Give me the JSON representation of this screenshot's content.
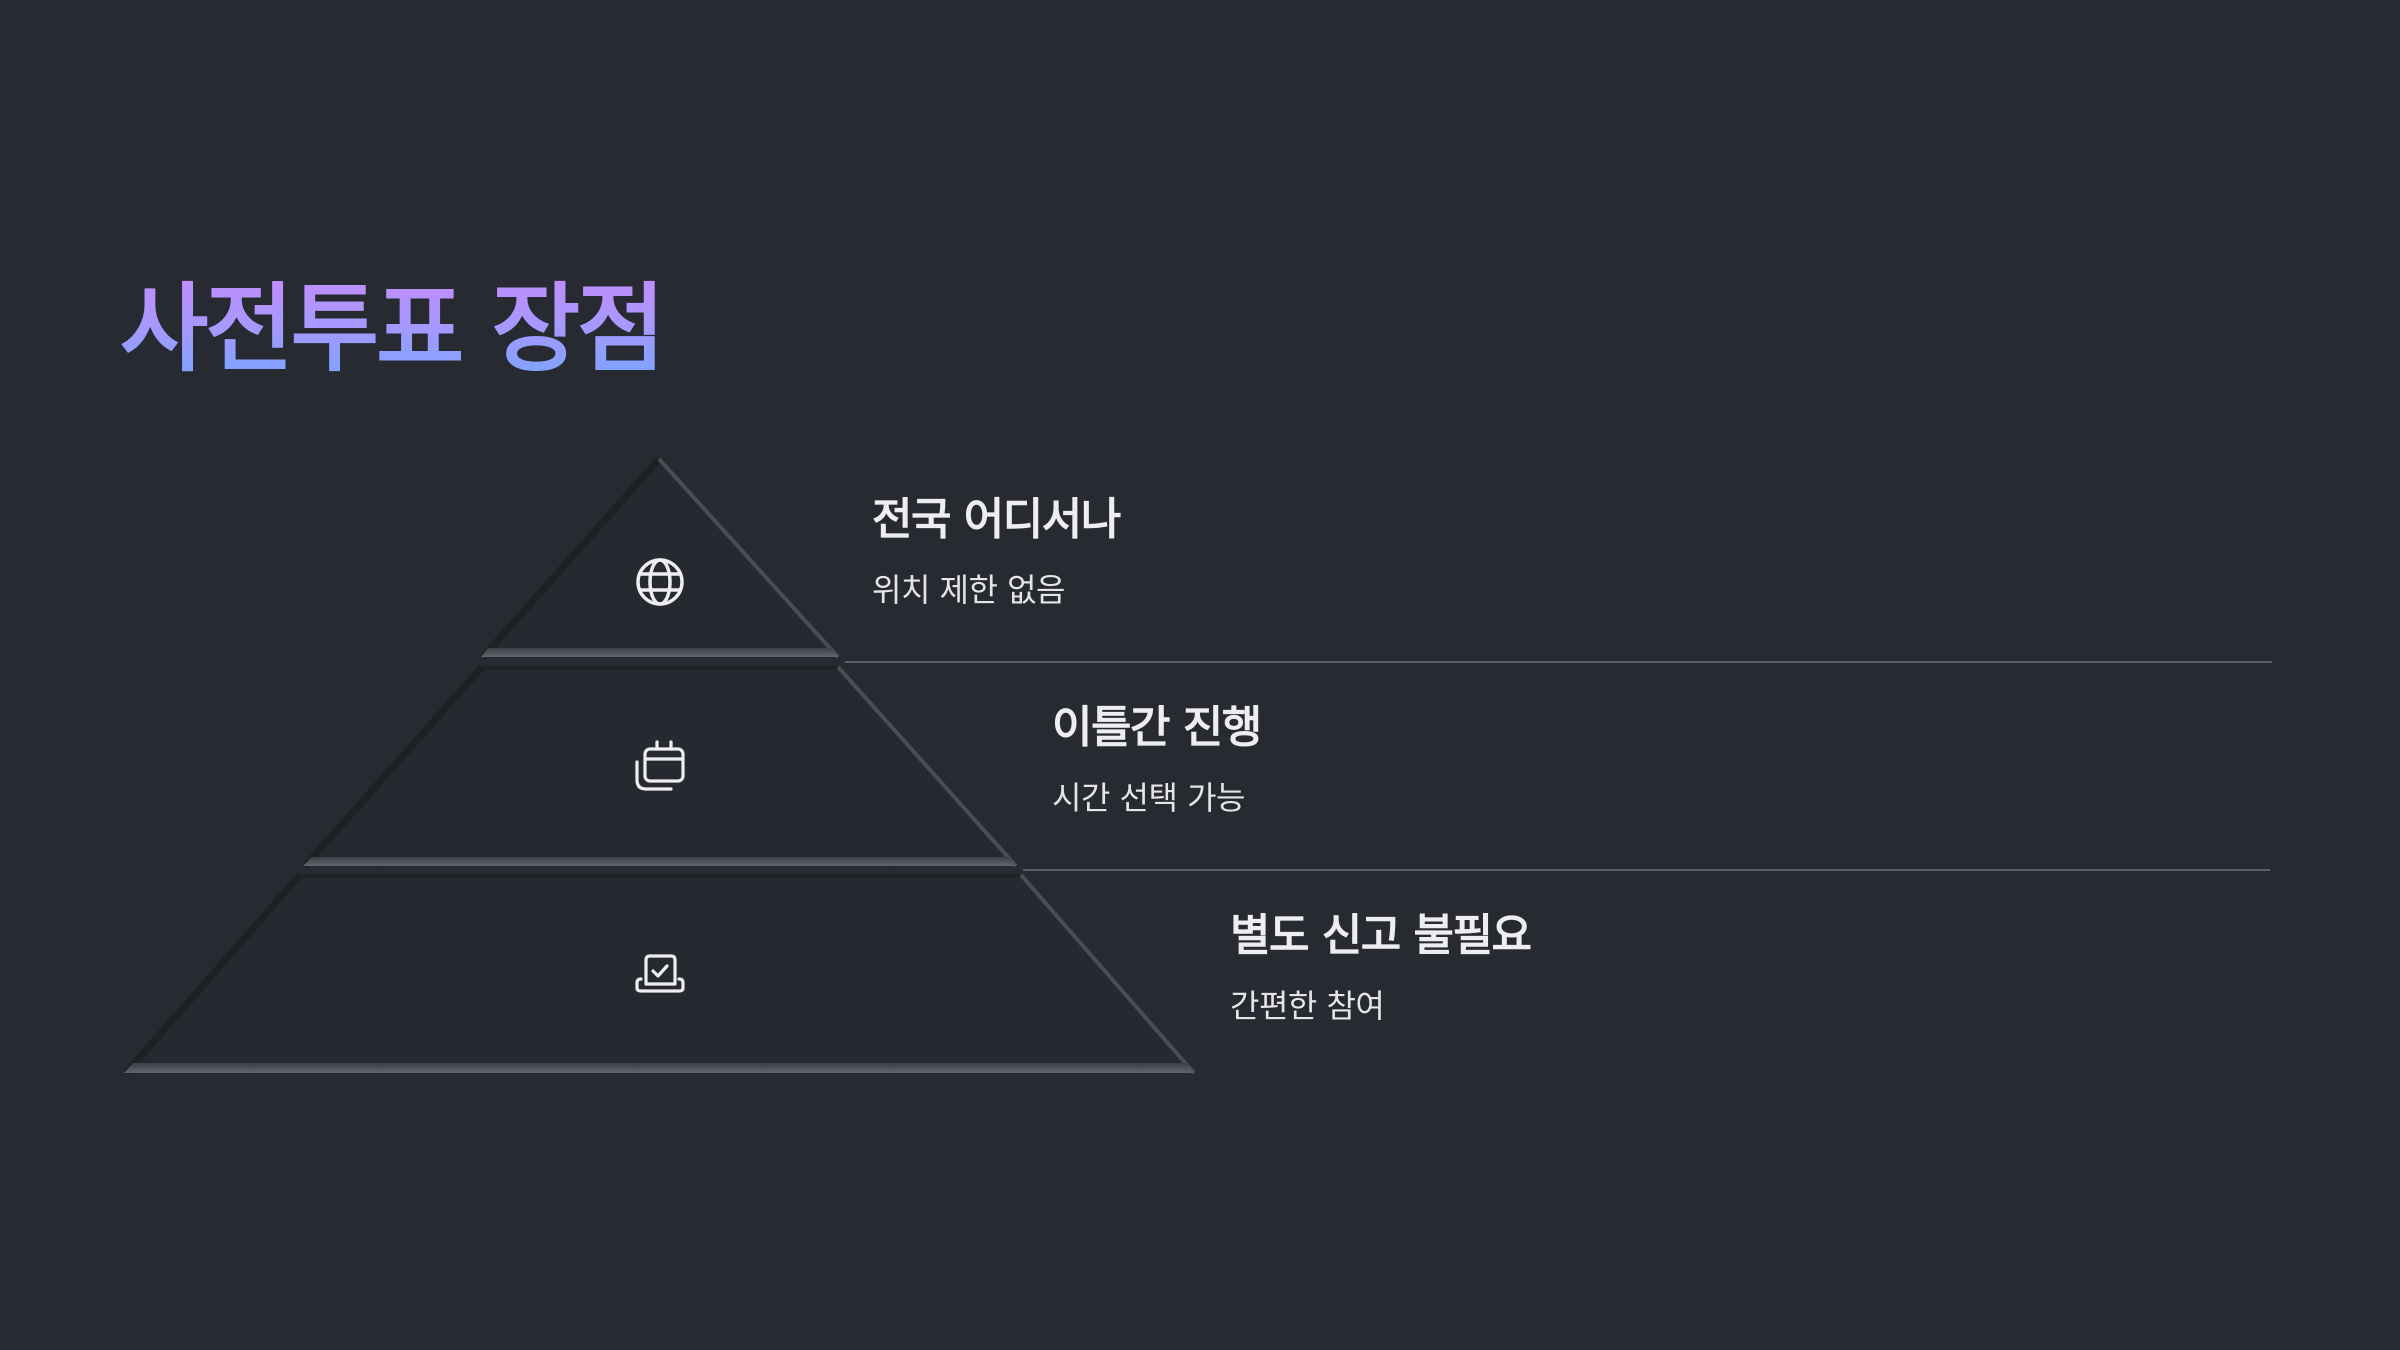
{
  "slide": {
    "title": "사전투표 장점",
    "colors": {
      "background": "#272a31",
      "title_gradient_top": "#c48cff",
      "title_gradient_bottom": "#74a6ff",
      "tier_fill": "#262930",
      "divider": "#5d6068",
      "text": "#eeeef2"
    }
  },
  "pyramid": {
    "tiers": [
      {
        "level": 1,
        "icon": "globe-icon",
        "heading": "전국 어디서나",
        "description": "위치 제한 없음"
      },
      {
        "level": 2,
        "icon": "calendar-stack-icon",
        "heading": "이틀간 진행",
        "description": "시간 선택 가능"
      },
      {
        "level": 3,
        "icon": "ballot-box-icon",
        "heading": "별도 신고 불필요",
        "description": "간편한 참여"
      }
    ]
  }
}
